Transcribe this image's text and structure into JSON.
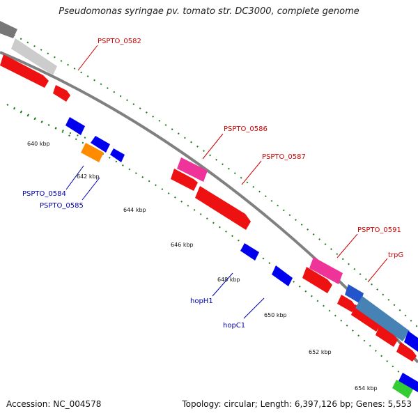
{
  "title": "Pseudomonas syringae pv. tomato str. DC3000, complete genome",
  "footer": {
    "accession": "Accession: NC_004578",
    "summary": "Topology: circular; Length: 6,397,126 bp; Genes: 5,553"
  },
  "colors": {
    "backbone": "#888888",
    "tick": "#1a7a1a",
    "forward_label": "#cc0000",
    "reverse_label": "#0000aa"
  },
  "ticks": [
    "640 kbp",
    "642 kbp",
    "644 kbp",
    "646 kbp",
    "648 kbp",
    "650 kbp",
    "652 kbp",
    "654 kbp"
  ],
  "gene_labels": [
    {
      "text": "PSPTO_0582",
      "strand": "forward"
    },
    {
      "text": "PSPTO_0586",
      "strand": "forward"
    },
    {
      "text": "PSPTO_0587",
      "strand": "forward"
    },
    {
      "text": "PSPTO_0591",
      "strand": "forward"
    },
    {
      "text": "trpG",
      "strand": "forward"
    },
    {
      "text": "PSPTO_0584",
      "strand": "reverse"
    },
    {
      "text": "PSPTO_0585",
      "strand": "reverse"
    },
    {
      "text": "hopH1",
      "strand": "reverse"
    },
    {
      "text": "hopC1",
      "strand": "reverse"
    }
  ]
}
